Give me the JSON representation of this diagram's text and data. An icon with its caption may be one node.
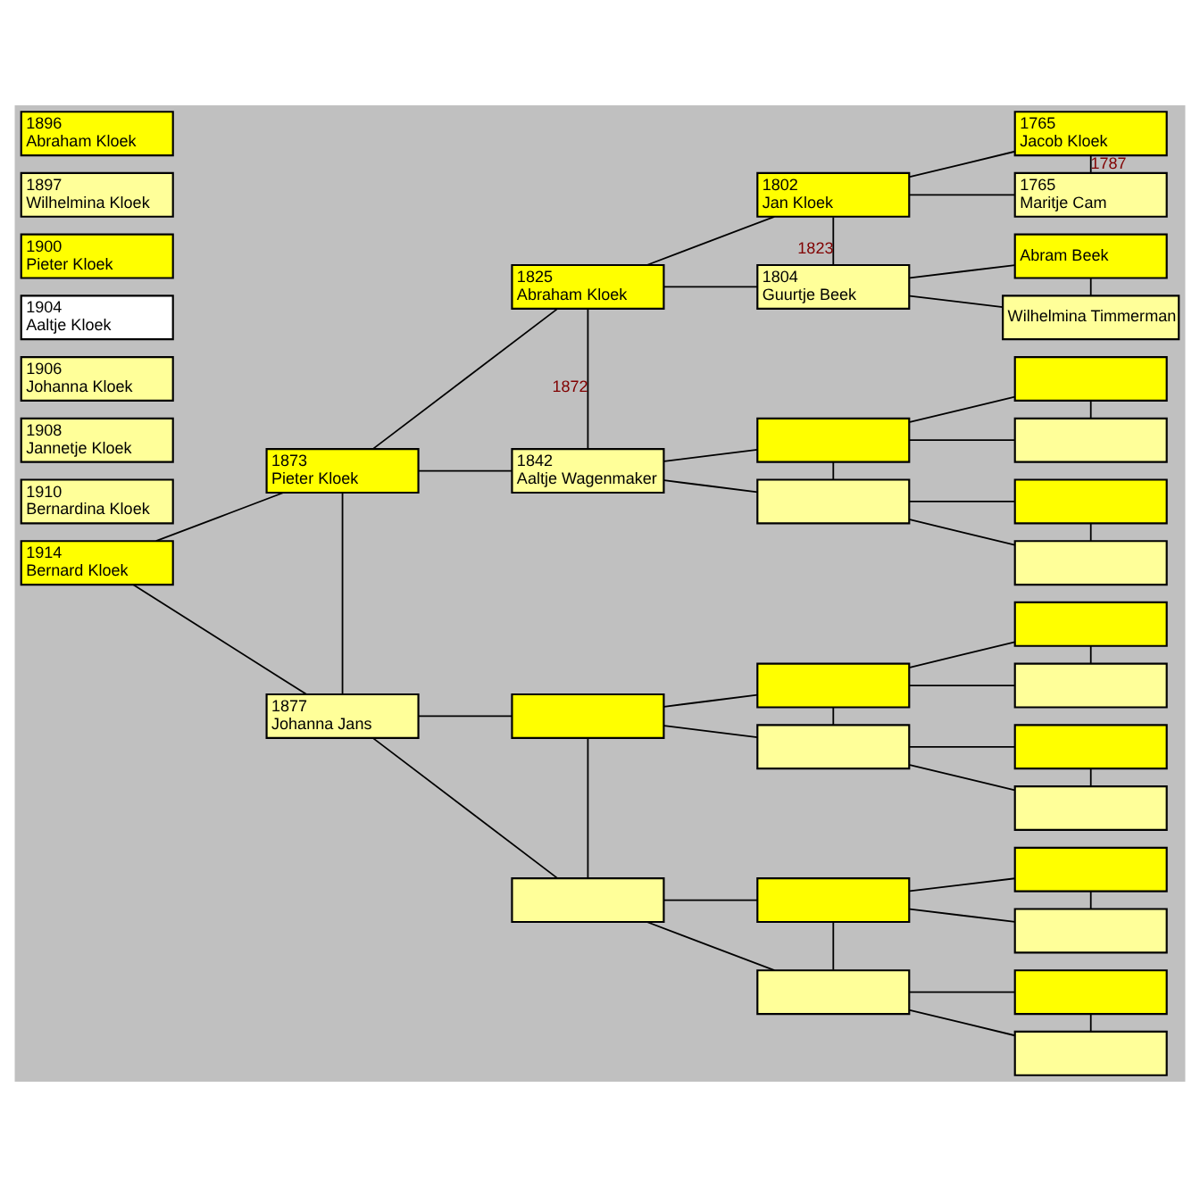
{
  "diagram": {
    "nodes": [
      {
        "text": [
          "1896",
          "Abraham Kloek"
        ]
      },
      {
        "text": [
          "1897",
          "Wilhelmina Kloek"
        ]
      },
      {
        "text": [
          "1900",
          "Pieter Kloek"
        ]
      },
      {
        "text": [
          "1904",
          "Aaltje Kloek"
        ]
      },
      {
        "text": [
          "1906",
          "Johanna Kloek"
        ]
      },
      {
        "text": [
          "1908",
          "Jannetje Kloek"
        ]
      },
      {
        "text": [
          "1910",
          "Bernardina Kloek"
        ]
      },
      {
        "text": [
          "1914",
          "Bernard Kloek"
        ]
      },
      {
        "text": [
          "1873",
          "Pieter Kloek"
        ]
      },
      {
        "text": [
          "1877",
          "Johanna Jans"
        ]
      },
      {
        "text": [
          "1825",
          "Abraham Kloek"
        ]
      },
      {
        "text": [
          "1842",
          "Aaltje Wagenmaker"
        ]
      },
      {
        "text": [],
        "shape": "box"
      },
      {
        "text": [],
        "shape": "box"
      },
      {
        "text": [
          "1802",
          "Jan Kloek"
        ]
      },
      {
        "text": [
          "1804",
          "Guurtje Beek"
        ]
      },
      {
        "text": [],
        "shape": "box"
      },
      {
        "text": [],
        "shape": "box"
      },
      {
        "text": [],
        "shape": "box"
      },
      {
        "text": [],
        "shape": "box"
      },
      {
        "text": [],
        "shape": "box"
      },
      {
        "text": [],
        "shape": "box"
      },
      {
        "text": [
          "1765",
          "Jacob Kloek"
        ]
      },
      {
        "text": [
          "1765",
          "Maritje Cam"
        ]
      },
      {
        "text": [
          "Abram Beek"
        ]
      },
      {
        "text": [
          "Wilhelmina Timmerman"
        ]
      },
      {
        "text": [],
        "shape": "box"
      },
      {
        "text": [],
        "shape": "box"
      },
      {
        "text": [],
        "shape": "box"
      },
      {
        "text": [],
        "shape": "box"
      },
      {
        "text": [],
        "shape": "box"
      },
      {
        "text": [],
        "shape": "box"
      },
      {
        "text": [],
        "shape": "box"
      },
      {
        "text": [],
        "shape": "box"
      },
      {
        "text": [],
        "shape": "box"
      },
      {
        "text": [],
        "shape": "box"
      },
      {
        "text": [],
        "shape": "box"
      },
      {
        "text": [],
        "shape": "box"
      }
    ],
    "edges": [
      {
        "from": 7,
        "to": 8,
        "arrow": "none"
      },
      {
        "from": 7,
        "to": 9,
        "arrow": "none"
      },
      {
        "from": 8,
        "to": 9,
        "arrow": "none"
      },
      {
        "from": 8,
        "to": 10,
        "arrow": "none"
      },
      {
        "from": 8,
        "to": 11,
        "arrow": "none"
      },
      {
        "from": 10,
        "to": 11,
        "arrow": "none",
        "label": "1872"
      },
      {
        "from": 9,
        "to": 12,
        "arrow": "none"
      },
      {
        "from": 9,
        "to": 13,
        "arrow": "none"
      },
      {
        "from": 12,
        "to": 13,
        "arrow": "none"
      },
      {
        "from": 10,
        "to": 14,
        "arrow": "none"
      },
      {
        "from": 10,
        "to": 15,
        "arrow": "none"
      },
      {
        "from": 14,
        "to": 15,
        "arrow": "none",
        "label": "1823"
      },
      {
        "from": 11,
        "to": 16,
        "arrow": "none"
      },
      {
        "from": 11,
        "to": 17,
        "arrow": "none"
      },
      {
        "from": 16,
        "to": 17,
        "arrow": "none"
      },
      {
        "from": 12,
        "to": 18,
        "arrow": "none"
      },
      {
        "from": 12,
        "to": 19,
        "arrow": "none"
      },
      {
        "from": 18,
        "to": 19,
        "arrow": "none"
      },
      {
        "from": 13,
        "to": 20,
        "arrow": "none"
      },
      {
        "from": 13,
        "to": 21,
        "arrow": "none"
      },
      {
        "from": 20,
        "to": 21,
        "arrow": "none"
      },
      {
        "from": 14,
        "to": 22,
        "arrow": "none"
      },
      {
        "from": 14,
        "to": 23,
        "arrow": "none"
      },
      {
        "from": 22,
        "to": 23,
        "arrow": "none",
        "label": "1787"
      },
      {
        "from": 15,
        "to": 24,
        "arrow": "none"
      },
      {
        "from": 15,
        "to": 25,
        "arrow": "none"
      },
      {
        "from": 24,
        "to": 25,
        "arrow": "none"
      },
      {
        "from": 16,
        "to": 26,
        "arrow": "none"
      },
      {
        "from": 16,
        "to": 27,
        "arrow": "none"
      },
      {
        "from": 26,
        "to": 27,
        "arrow": "none"
      },
      {
        "from": 17,
        "to": 28,
        "arrow": "none"
      },
      {
        "from": 17,
        "to": 29,
        "arrow": "none"
      },
      {
        "from": 28,
        "to": 29,
        "arrow": "none"
      },
      {
        "from": 18,
        "to": 30,
        "arrow": "none"
      },
      {
        "from": 18,
        "to": 31,
        "arrow": "none"
      },
      {
        "from": 30,
        "to": 31,
        "arrow": "none"
      },
      {
        "from": 19,
        "to": 32,
        "arrow": "none"
      },
      {
        "from": 19,
        "to": 33,
        "arrow": "none"
      },
      {
        "from": 32,
        "to": 33,
        "arrow": "none"
      },
      {
        "from": 20,
        "to": 34,
        "arrow": "none"
      },
      {
        "from": 20,
        "to": 35,
        "arrow": "none"
      },
      {
        "from": 34,
        "to": 35,
        "arrow": "none"
      },
      {
        "from": 21,
        "to": 36,
        "arrow": "none"
      },
      {
        "from": 21,
        "to": 37,
        "arrow": "none"
      },
      {
        "from": 36,
        "to": 37,
        "arrow": "none"
      }
    ]
  }
}
